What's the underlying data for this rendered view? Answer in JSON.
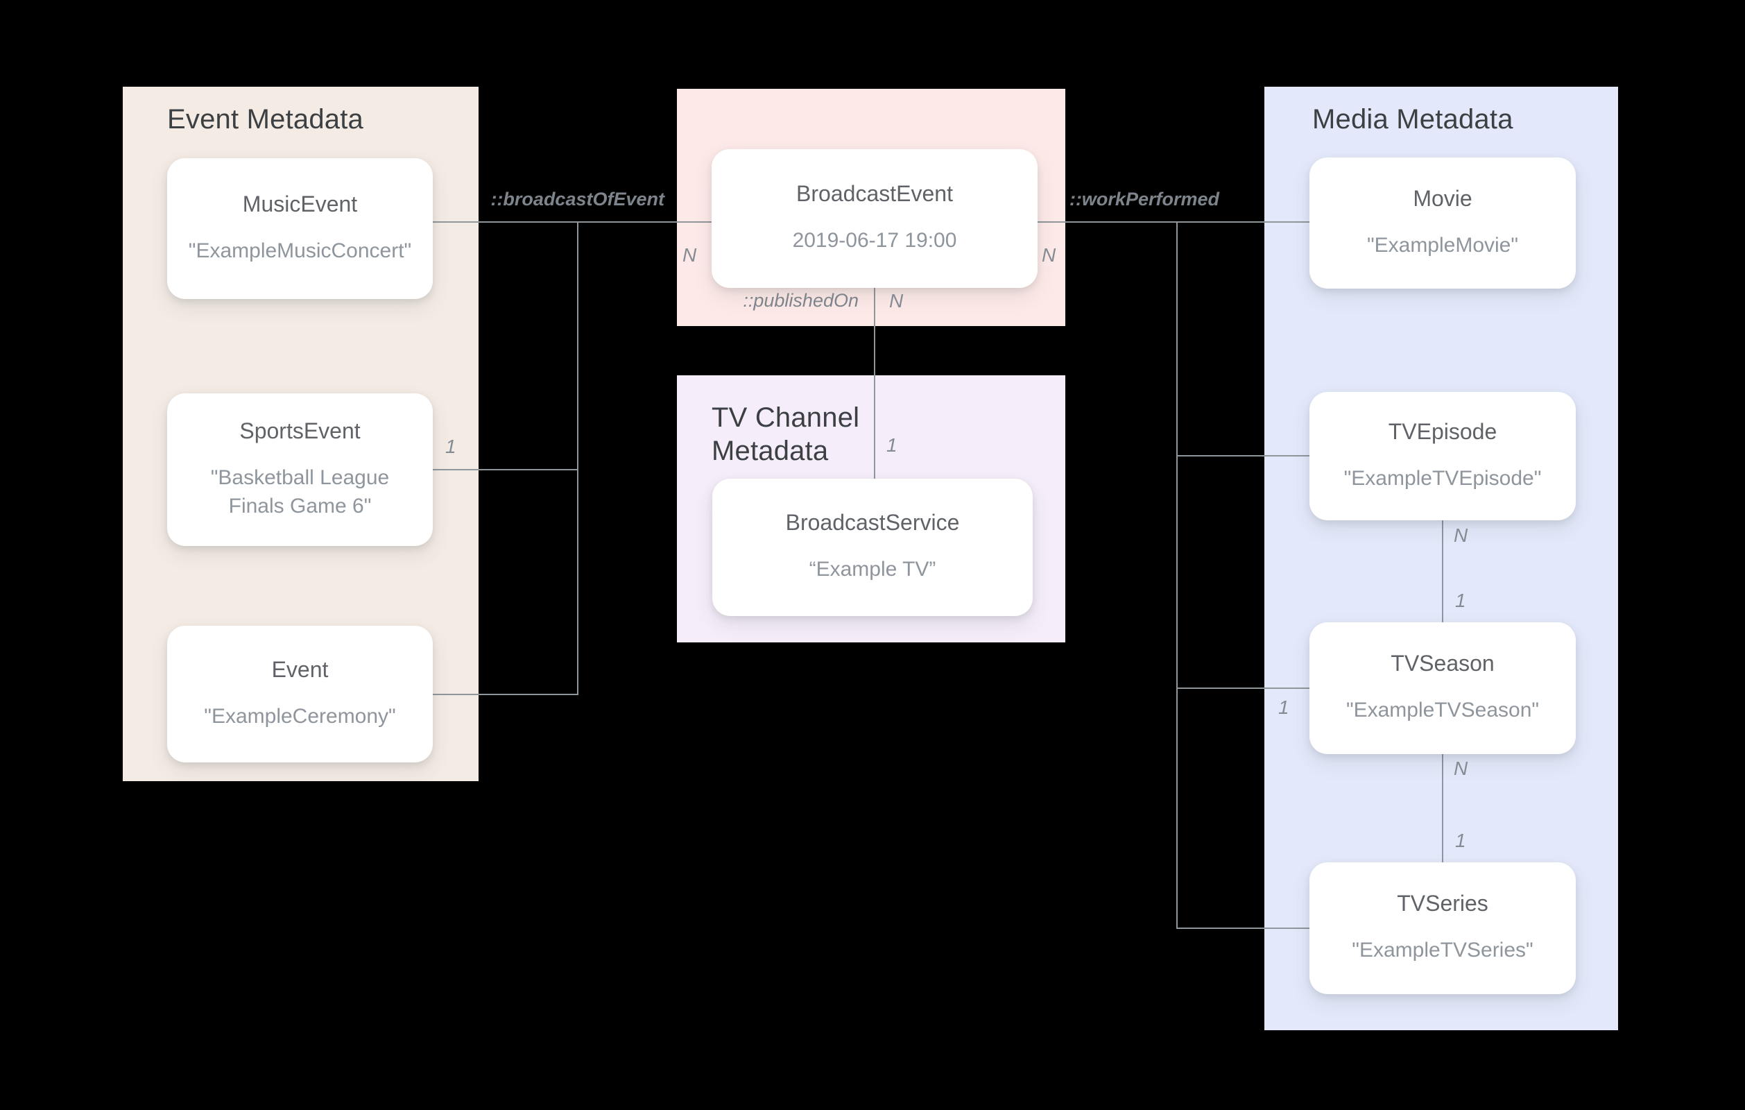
{
  "diagram": {
    "panels": {
      "event": {
        "title": "Event Metadata",
        "cards": [
          {
            "name": "MusicEvent",
            "value": "\"ExampleMusicConcert\""
          },
          {
            "name": "SportsEvent",
            "value": "\"Basketball League Finals Game 6\""
          },
          {
            "name": "Event",
            "value": "\"ExampleCeremony\""
          }
        ]
      },
      "broadcast": {
        "cards": [
          {
            "name": "BroadcastEvent",
            "value": "2019-06-17 19:00"
          }
        ]
      },
      "tvchannel": {
        "title": "TV Channel Metadata",
        "cards": [
          {
            "name": "BroadcastService",
            "value": "“Example TV”"
          }
        ]
      },
      "media": {
        "title": "Media Metadata",
        "cards": [
          {
            "name": "Movie",
            "value": "\"ExampleMovie\""
          },
          {
            "name": "TVEpisode",
            "value": "\"ExampleTVEpisode\""
          },
          {
            "name": "TVSeason",
            "value": "\"ExampleTVSeason\""
          },
          {
            "name": "TVSeries",
            "value": "\"ExampleTVSeries\""
          }
        ]
      }
    },
    "relations": {
      "broadcastOfEvent": {
        "label": "::broadcastOfEvent",
        "cardinality_broadcast_side": "N",
        "cardinality_sports_side": "1"
      },
      "publishedOn": {
        "label": "::publishedOn",
        "cardinality_broadcast_side": "N",
        "cardinality_service_side": "1"
      },
      "workPerformed": {
        "label": "::workPerformed",
        "cardinality_broadcast_side": "N",
        "cardinality_season_side": "1"
      },
      "episode_to_season": {
        "cardinality_episode_side": "N",
        "cardinality_season_side": "1"
      },
      "season_to_series": {
        "cardinality_season_side": "N",
        "cardinality_series_side": "1"
      }
    },
    "colors": {
      "background": "#000000",
      "event_panel": "#f4ebe4",
      "broadcast_panel": "#fdeae8",
      "tvchannel_panel": "#f5edf9",
      "media_panel": "#e3e9fa",
      "card": "#ffffff",
      "connector": "#8f969c",
      "panel_title": "#3c4043",
      "card_title": "#5f6368",
      "card_value": "#8e959c"
    }
  }
}
